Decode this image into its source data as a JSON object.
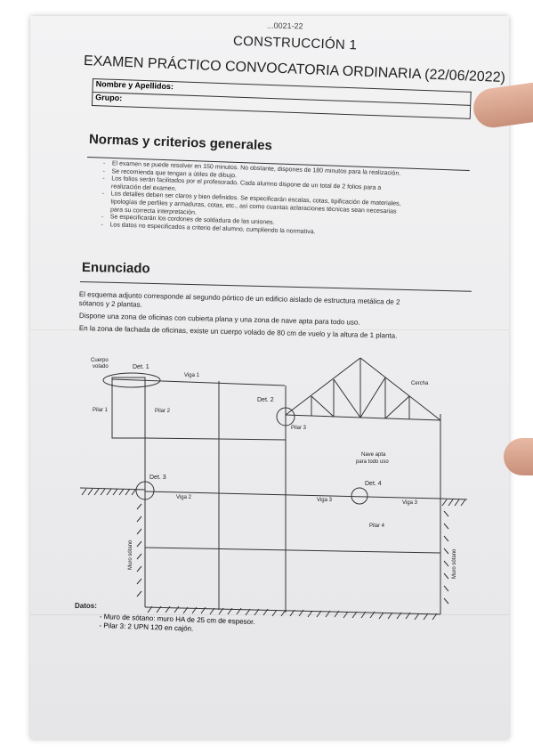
{
  "header": {
    "course": "...0021-22",
    "title": "CONSTRUCCIÓN 1",
    "exam": "EXAMEN PRÁCTICO CONVOCATORIA ORDINARIA (22/06/2022)",
    "name_label": "Nombre y Apellidos:",
    "group_label": "Grupo:"
  },
  "normas": {
    "heading": "Normas y criterios generales",
    "items": [
      "El examen se puede resolver en 150 minutos. No obstante, dispones de 180 minutos para la realización.",
      "Se recomienda que tengan a útiles de dibujo.",
      "Los folios serán facilitados por el profesorado. Cada alumno dispone de un total de 2 folios para a",
      "realización del examen.",
      "Los detalles deben ser claros y bien definidos. Se especificarán escalas, cotas, tipificación de materiales,",
      "tipologías de perfiles y armaduras, cotas, etc., así como cuantas aclaraciones técnicas sean necesarias",
      "para su correcta interpretación.",
      "Se especificarán los cordones de soldadura de las uniones.",
      "Los datos no especificados a criterio del alumno, cumpliendo la normativa."
    ]
  },
  "enunciado": {
    "heading": "Enunciado",
    "p1a": "El esquema adjunto corresponde al segundo pórtico de un edificio aislado de estructura metálica de 2",
    "p1b": "sótanos y 2 plantas.",
    "p2": "Dispone una zona de oficinas con cubierta plana y una zona de nave apta para todo uso.",
    "p3": "En la zona de fachada de oficinas, existe un cuerpo volado de 80 cm de vuelo y la altura de 1 planta."
  },
  "diagram": {
    "labels": {
      "cuerpo_volado": [
        "Cuerpo",
        "volado"
      ],
      "det1": "Det. 1",
      "det2": "Det. 2",
      "det3": "Det. 3",
      "det4": "Det. 4",
      "viga1": "Viga 1",
      "viga2": "Viga 2",
      "viga3a": "Viga 3",
      "viga3b": "Viga 3",
      "pilar1": "Pilar 1",
      "pilar2": "Pilar 2",
      "pilar3": "Pilar 3",
      "pilar4": "Pilar 4",
      "cercha": "Cercha",
      "nave": [
        "Nave apta",
        "para todo uso"
      ],
      "muro_left": "Muro sótano",
      "muro_right": "Muro sótano"
    }
  },
  "datos": {
    "label": "Datos:",
    "items": [
      "Muro de sótano: muro HA de 25 cm de espesor.",
      "Pilar 3: 2 UPN 120 en cajón."
    ]
  }
}
